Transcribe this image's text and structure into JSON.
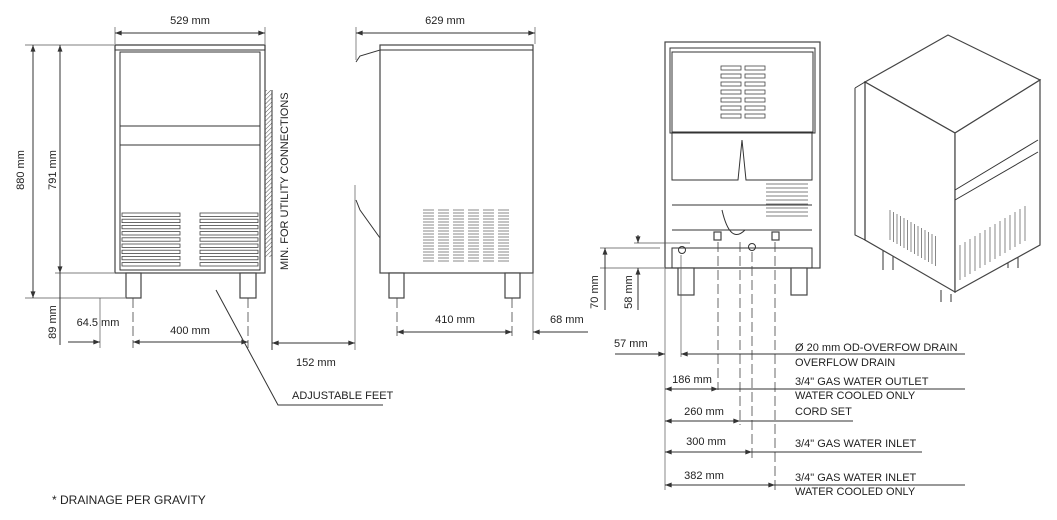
{
  "front_view": {
    "width": "529 mm",
    "total_height": "880 mm",
    "body_height": "791 mm",
    "feet_height": "89 mm",
    "foot_offset": "64.5 mm",
    "foot_spacing": "400 mm",
    "feet_label": "ADJUSTABLE FEET"
  },
  "clearance": {
    "label": "MIN. FOR UTILITY CONNECTIONS",
    "distance": "152 mm"
  },
  "side_view": {
    "depth": "629 mm",
    "foot_spacing": "410 mm",
    "rear_offset": "68 mm"
  },
  "rear_view": {
    "height_upper": "70 mm",
    "height_lower": "58 mm",
    "offset": "57 mm",
    "callouts": [
      {
        "dim": "",
        "line1": "Ø 20 mm OD-OVERFOW DRAIN",
        "line2": "OVERFLOW DRAIN"
      },
      {
        "dim": "186 mm",
        "line1": "3/4\" GAS WATER OUTLET",
        "line2": "WATER COOLED ONLY"
      },
      {
        "dim": "260 mm",
        "line1": "CORD SET",
        "line2": ""
      },
      {
        "dim": "300 mm",
        "line1": "3/4\" GAS WATER INLET",
        "line2": ""
      },
      {
        "dim": "382 mm",
        "line1": "3/4\" GAS WATER INLET",
        "line2": "WATER COOLED ONLY"
      }
    ]
  },
  "footnote": "* DRAINAGE PER GRAVITY"
}
